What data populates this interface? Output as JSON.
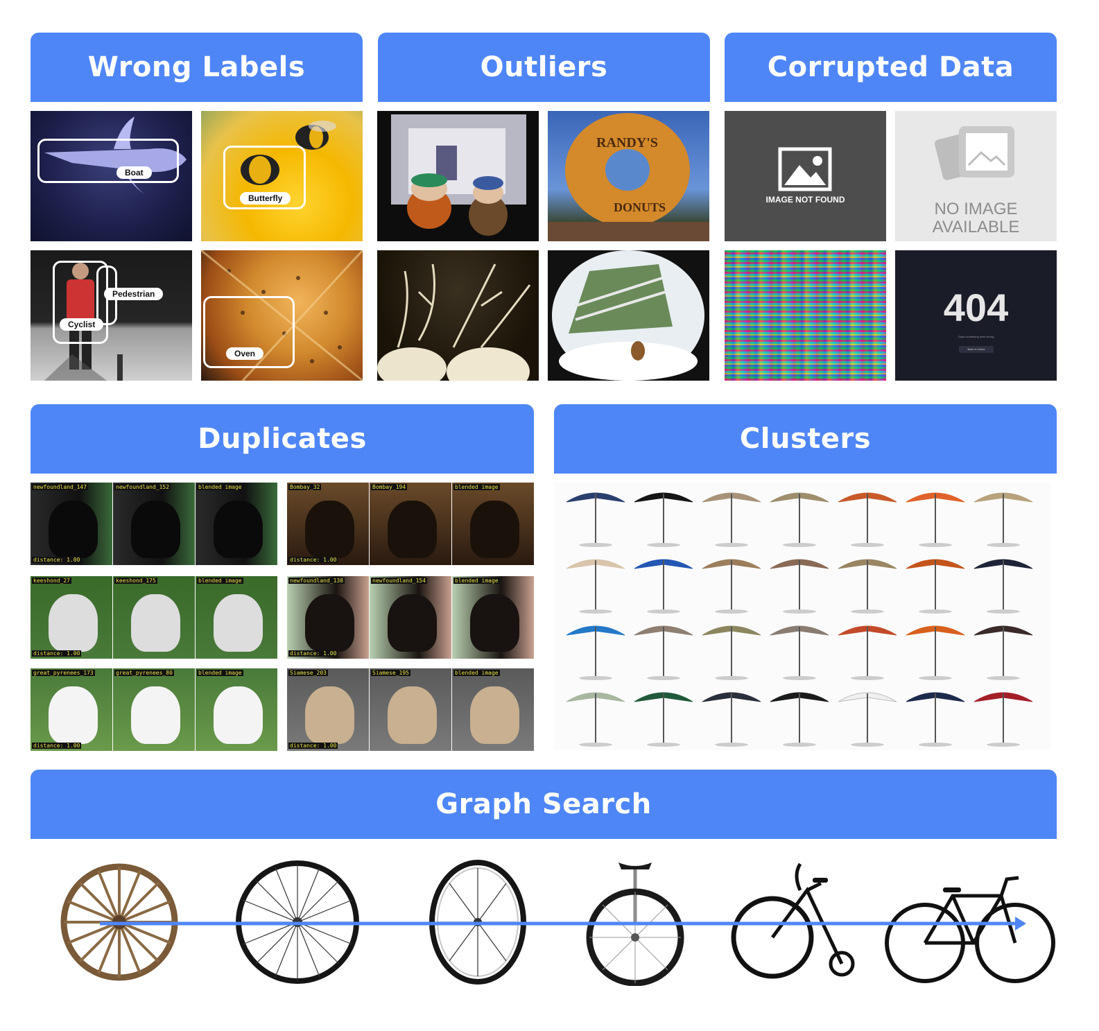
{
  "sections": {
    "wrong_labels": {
      "title": "Wrong Labels",
      "labels": [
        "Boat",
        "Butterfly",
        "Pedestrian",
        "Cyclist",
        "Oven"
      ]
    },
    "outliers": {
      "title": "Outliers",
      "donut_sign_top": "RANDY'S",
      "donut_sign_bottom": "DONUTS"
    },
    "corrupted": {
      "title": "Corrupted Data",
      "image_not_found": "IMAGE NOT FOUND",
      "no_image_line1": "NO IMAGE",
      "no_image_line2": "AVAILABLE",
      "error_code": "404",
      "error_sub": "Oops! something went wrong",
      "error_button": "Back to Home"
    },
    "duplicates": {
      "title": "Duplicates",
      "groups": [
        {
          "names": [
            "newfoundland_147",
            "newfoundland_152",
            "blended image"
          ],
          "distance": "distance: 1.00"
        },
        {
          "names": [
            "Bombay_32",
            "Bombay_194",
            "blended image"
          ],
          "distance": "distance: 1.00"
        },
        {
          "names": [
            "keeshond_27",
            "keeshond_175",
            "blended image"
          ],
          "distance": "distance: 1.00"
        },
        {
          "names": [
            "newfoundland_138",
            "newfoundland_154",
            "blended image"
          ],
          "distance": "distance: 1.00"
        },
        {
          "names": [
            "great_pyrenees_173",
            "great_pyrenees_80",
            "blended image"
          ],
          "distance": "distance: 1.00"
        },
        {
          "names": [
            "Siamese_203",
            "Siamese_195",
            "blended image"
          ],
          "distance": "distance: 1.00"
        }
      ]
    },
    "clusters": {
      "title": "Clusters",
      "umbrella_colors": [
        "#2b3f6e",
        "#151515",
        "#a8937a",
        "#9e8e6c",
        "#c85a2a",
        "#e0622a",
        "#b7a27c",
        "#d9c5ab",
        "#2456b4",
        "#9c7e5c",
        "#8a6a55",
        "#9a8563",
        "#c4541c",
        "#1e2438",
        "#2478c8",
        "#8e7f72",
        "#8c8660",
        "#8a7c72",
        "#c24a2a",
        "#d7601e",
        "#3a2a2a",
        "#a8b8a0",
        "#1f5a3a",
        "#2a2f3c",
        "#1a1c1c",
        "#f0f0f0",
        "#1c2a4c",
        "#a41e28"
      ]
    },
    "graph_search": {
      "title": "Graph Search"
    }
  }
}
